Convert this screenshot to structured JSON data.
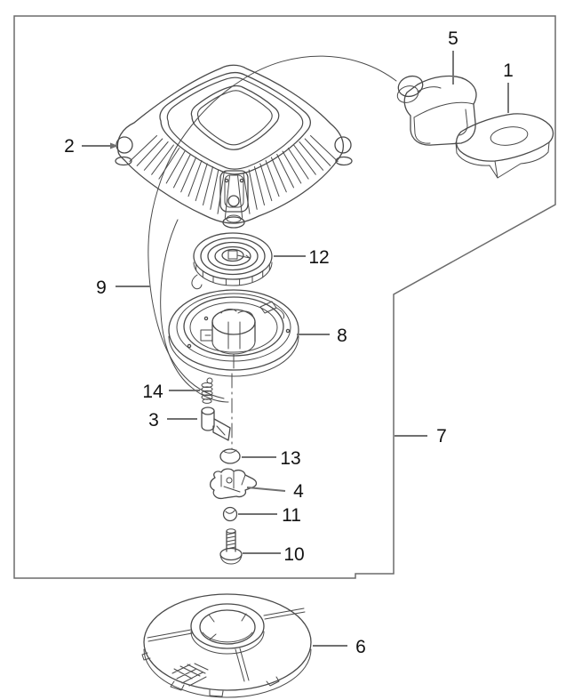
{
  "figure": {
    "kind": "exploded-parts-diagram",
    "background": "#ffffff",
    "line_color": "#4a4a4a",
    "leader_color": "#707070",
    "border_color": "#6b6b6b",
    "label_color": "#121212",
    "callouts": [
      {
        "number": "1"
      },
      {
        "number": "2"
      },
      {
        "number": "3"
      },
      {
        "number": "4"
      },
      {
        "number": "5"
      },
      {
        "number": "6"
      },
      {
        "number": "7"
      },
      {
        "number": "8"
      },
      {
        "number": "9"
      },
      {
        "number": "10"
      },
      {
        "number": "11"
      },
      {
        "number": "12"
      },
      {
        "number": "13"
      },
      {
        "number": "14"
      }
    ]
  }
}
